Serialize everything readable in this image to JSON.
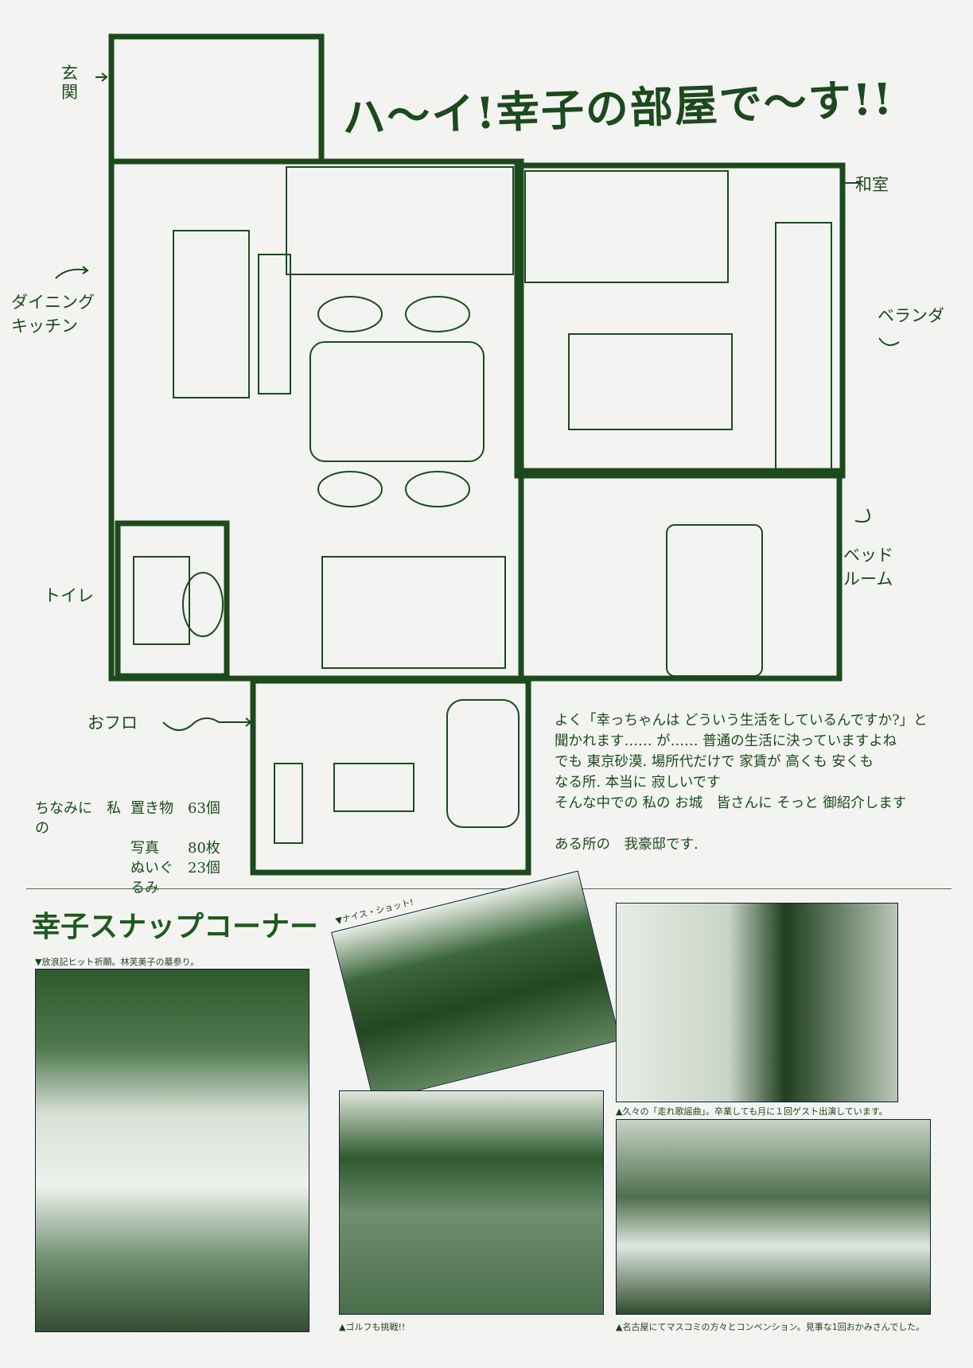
{
  "floor_plan": {
    "title": "ハ〜イ!幸子の部屋で〜す!!",
    "labels": {
      "entrance": "玄関",
      "dining_kitchen_1": "ダイニング",
      "dining_kitchen_2": "キッチン",
      "japanese_room": "和室",
      "veranda": "ベランダ",
      "bedroom_1": "ベッド",
      "bedroom_2": "ルーム",
      "toilet": "トイレ",
      "bath": "おフロ"
    },
    "stats": {
      "intro": "ちなみに　私の",
      "items": [
        {
          "label": "置き物",
          "value": "63個"
        },
        {
          "label": "写真",
          "value": "80枚"
        },
        {
          "label": "ぬいぐるみ",
          "value": "23個"
        }
      ]
    },
    "message": [
      "よく「幸っちゃんは どういう生活をしているんですか?」と",
      "聞かれます‥‥‥ が‥‥‥ 普通の生活に決っていますよね",
      "でも 東京砂漠. 場所代だけで 家賃が 高くも 安くも",
      "なる所. 本当に 寂しいです",
      "そんな中での 私の お城　皆さんに そっと 御紹介します",
      "",
      "ある所の　我豪邸です."
    ]
  },
  "snap_corner": {
    "title": "幸子スナップコーナー",
    "photos": [
      {
        "caption": "▼放浪記ヒット祈願。林芙美子の墓参り。"
      },
      {
        "caption": "▼ナイス・ショット!"
      },
      {
        "caption": "▲ゴルフも挑戦!!"
      },
      {
        "caption": "▲久々の「走れ歌謡曲」。卒業しても月に１回ゲスト出演しています。"
      },
      {
        "caption": "▲名古屋にてマスコミの方々とコンベンション。見事な1回おかみさんでした。"
      }
    ]
  },
  "colors": {
    "ink": "#1d4f1d",
    "paper": "#f3f4f2"
  }
}
